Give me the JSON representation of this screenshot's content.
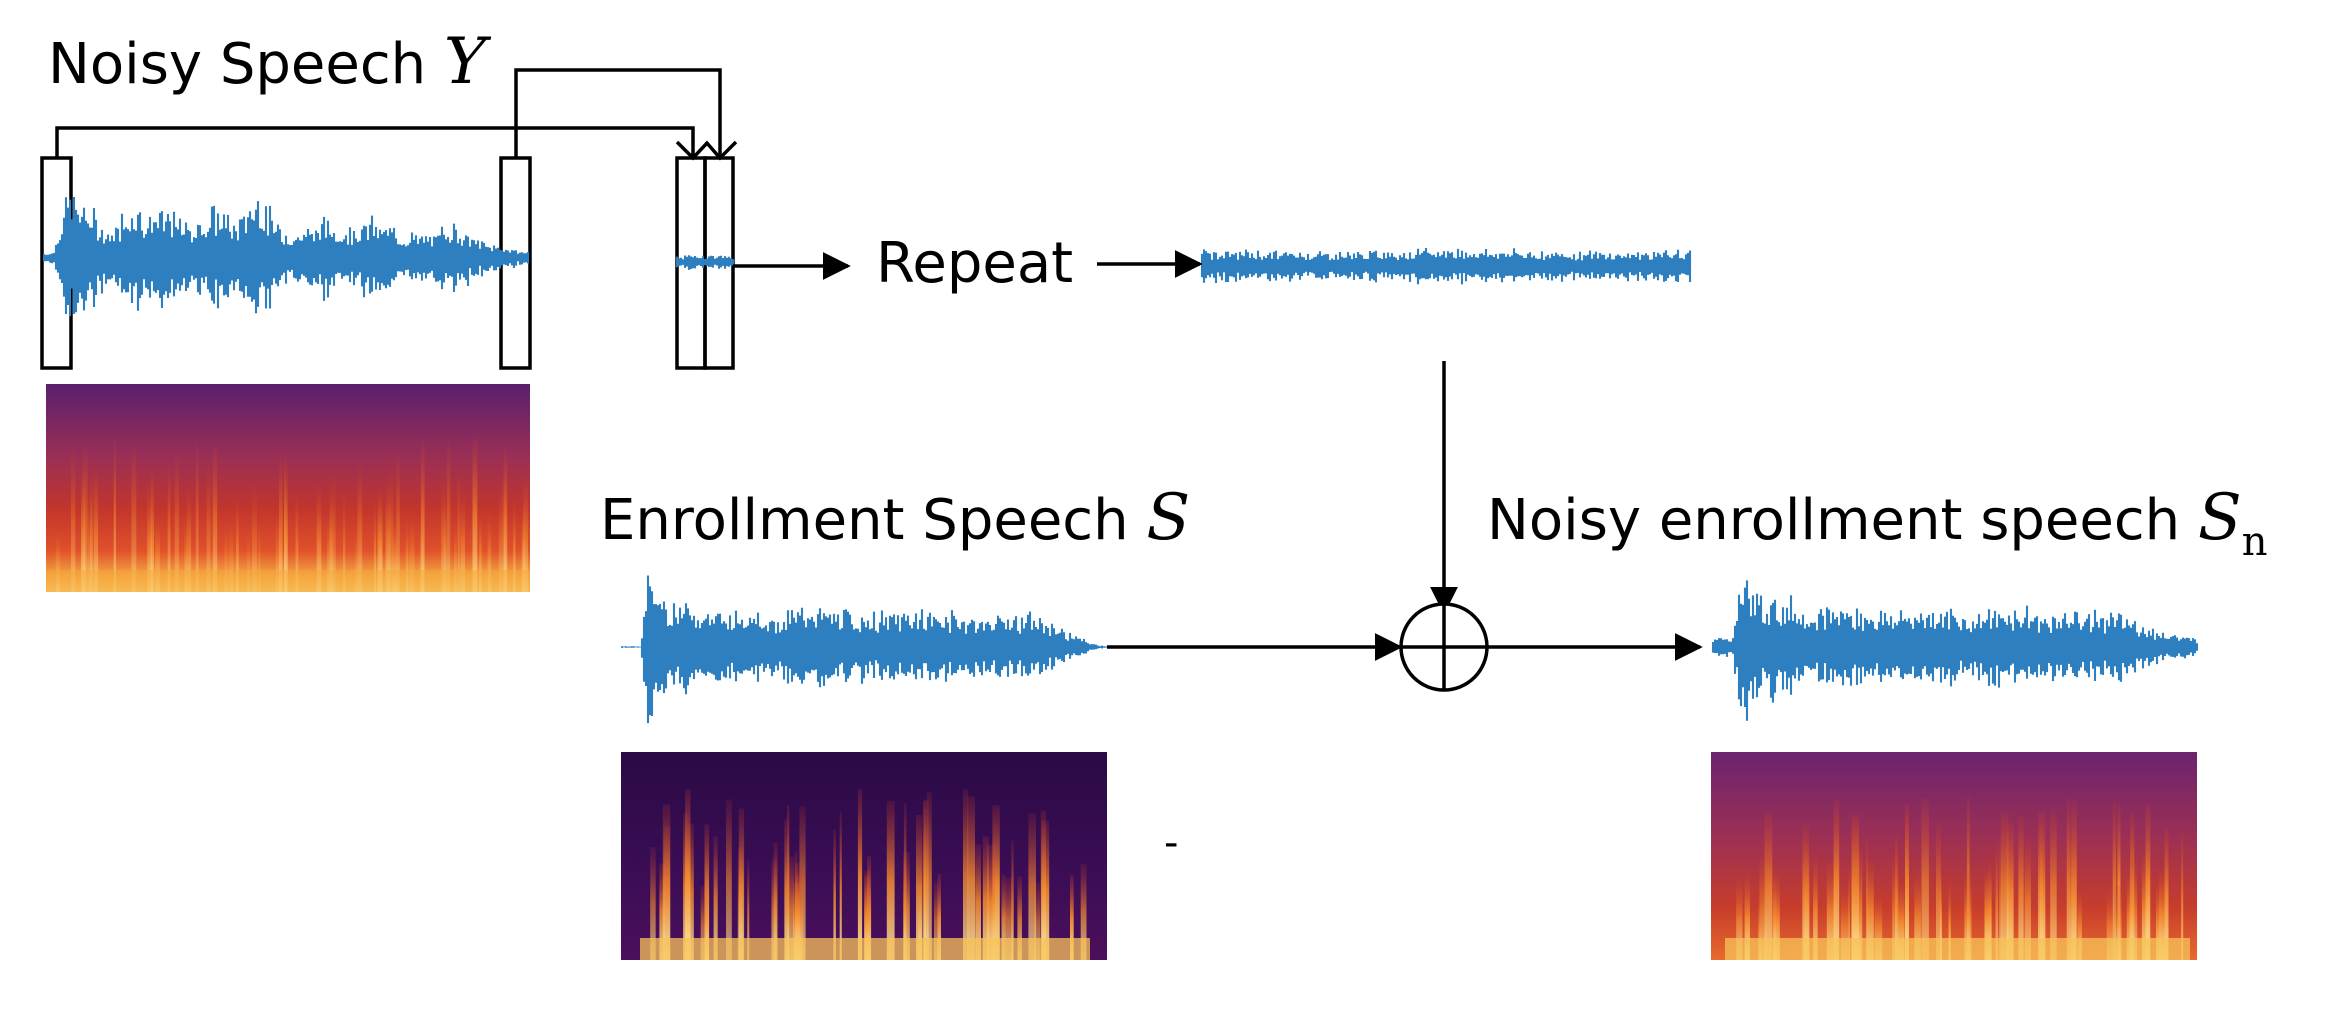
{
  "labels": {
    "noisy_speech": "Noisy Speech",
    "noisy_speech_sym": "Y",
    "repeat": "Repeat",
    "enrollment": "Enrollment Speech",
    "enrollment_sym": "S",
    "noisy_enrollment": "Noisy enrollment speech",
    "noisy_enrollment_sym": "S",
    "noisy_enrollment_sub": "n",
    "stray_mark": "-"
  },
  "colors": {
    "waveform": "#2E7FC0",
    "line": "#000000",
    "spec_low": "#2a0a45",
    "spec_mid": "#b82a2a",
    "spec_high": "#fff0a0"
  },
  "icons": {
    "sum_node": "circle-plus-icon",
    "arrow": "arrow-head-icon"
  }
}
